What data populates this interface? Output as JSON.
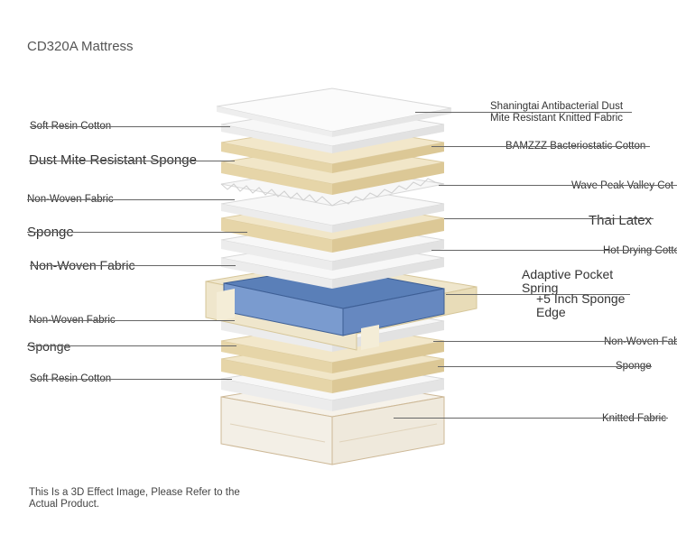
{
  "title": "CD320A Mattress",
  "left_labels": {
    "soft_resin_cotton_top": "Soft Resin Cotton",
    "dust_mite_sponge": "Dust Mite Resistant Sponge",
    "non_woven_1": "Non-Woven Fabric",
    "sponge_1": "Sponge",
    "non_woven_2": "Non-Woven Fabric",
    "non_woven_3": "Non-Woven Fabric",
    "sponge_2": "Sponge",
    "soft_resin_cotton_bottom": "Soft Resin Cotton"
  },
  "right_labels": {
    "antibacterial_fabric": "Shaningtai Antibacterial Dust Mite Resistant Knitted Fabric",
    "bamzzz_cotton": "BAMZZZ Bacteriostatic Cotton",
    "wave_peak": "Wave Peak Valley Cot",
    "thai_latex": "Thai Latex",
    "hot_drying": "Hot Drying Cotto",
    "pocket_spring": "Adaptive Pocket Spring",
    "sponge_edge": "+5 Inch Sponge Edge",
    "non_woven_right": "Non-Woven Fab",
    "sponge_right": "Sponge",
    "knitted_fabric": "Knitted Fabric"
  },
  "disclaimer": "This Is a 3D Effect Image, Please Refer to the Actual Product.",
  "colors": {
    "white_layer": "#f4f4f4",
    "white_edge": "#d9d9d9",
    "cream_layer": "#efe3c4",
    "cream_edge": "#d9c79c",
    "spring_blue": "#5a7fb8",
    "frame": "#efe6cc"
  }
}
